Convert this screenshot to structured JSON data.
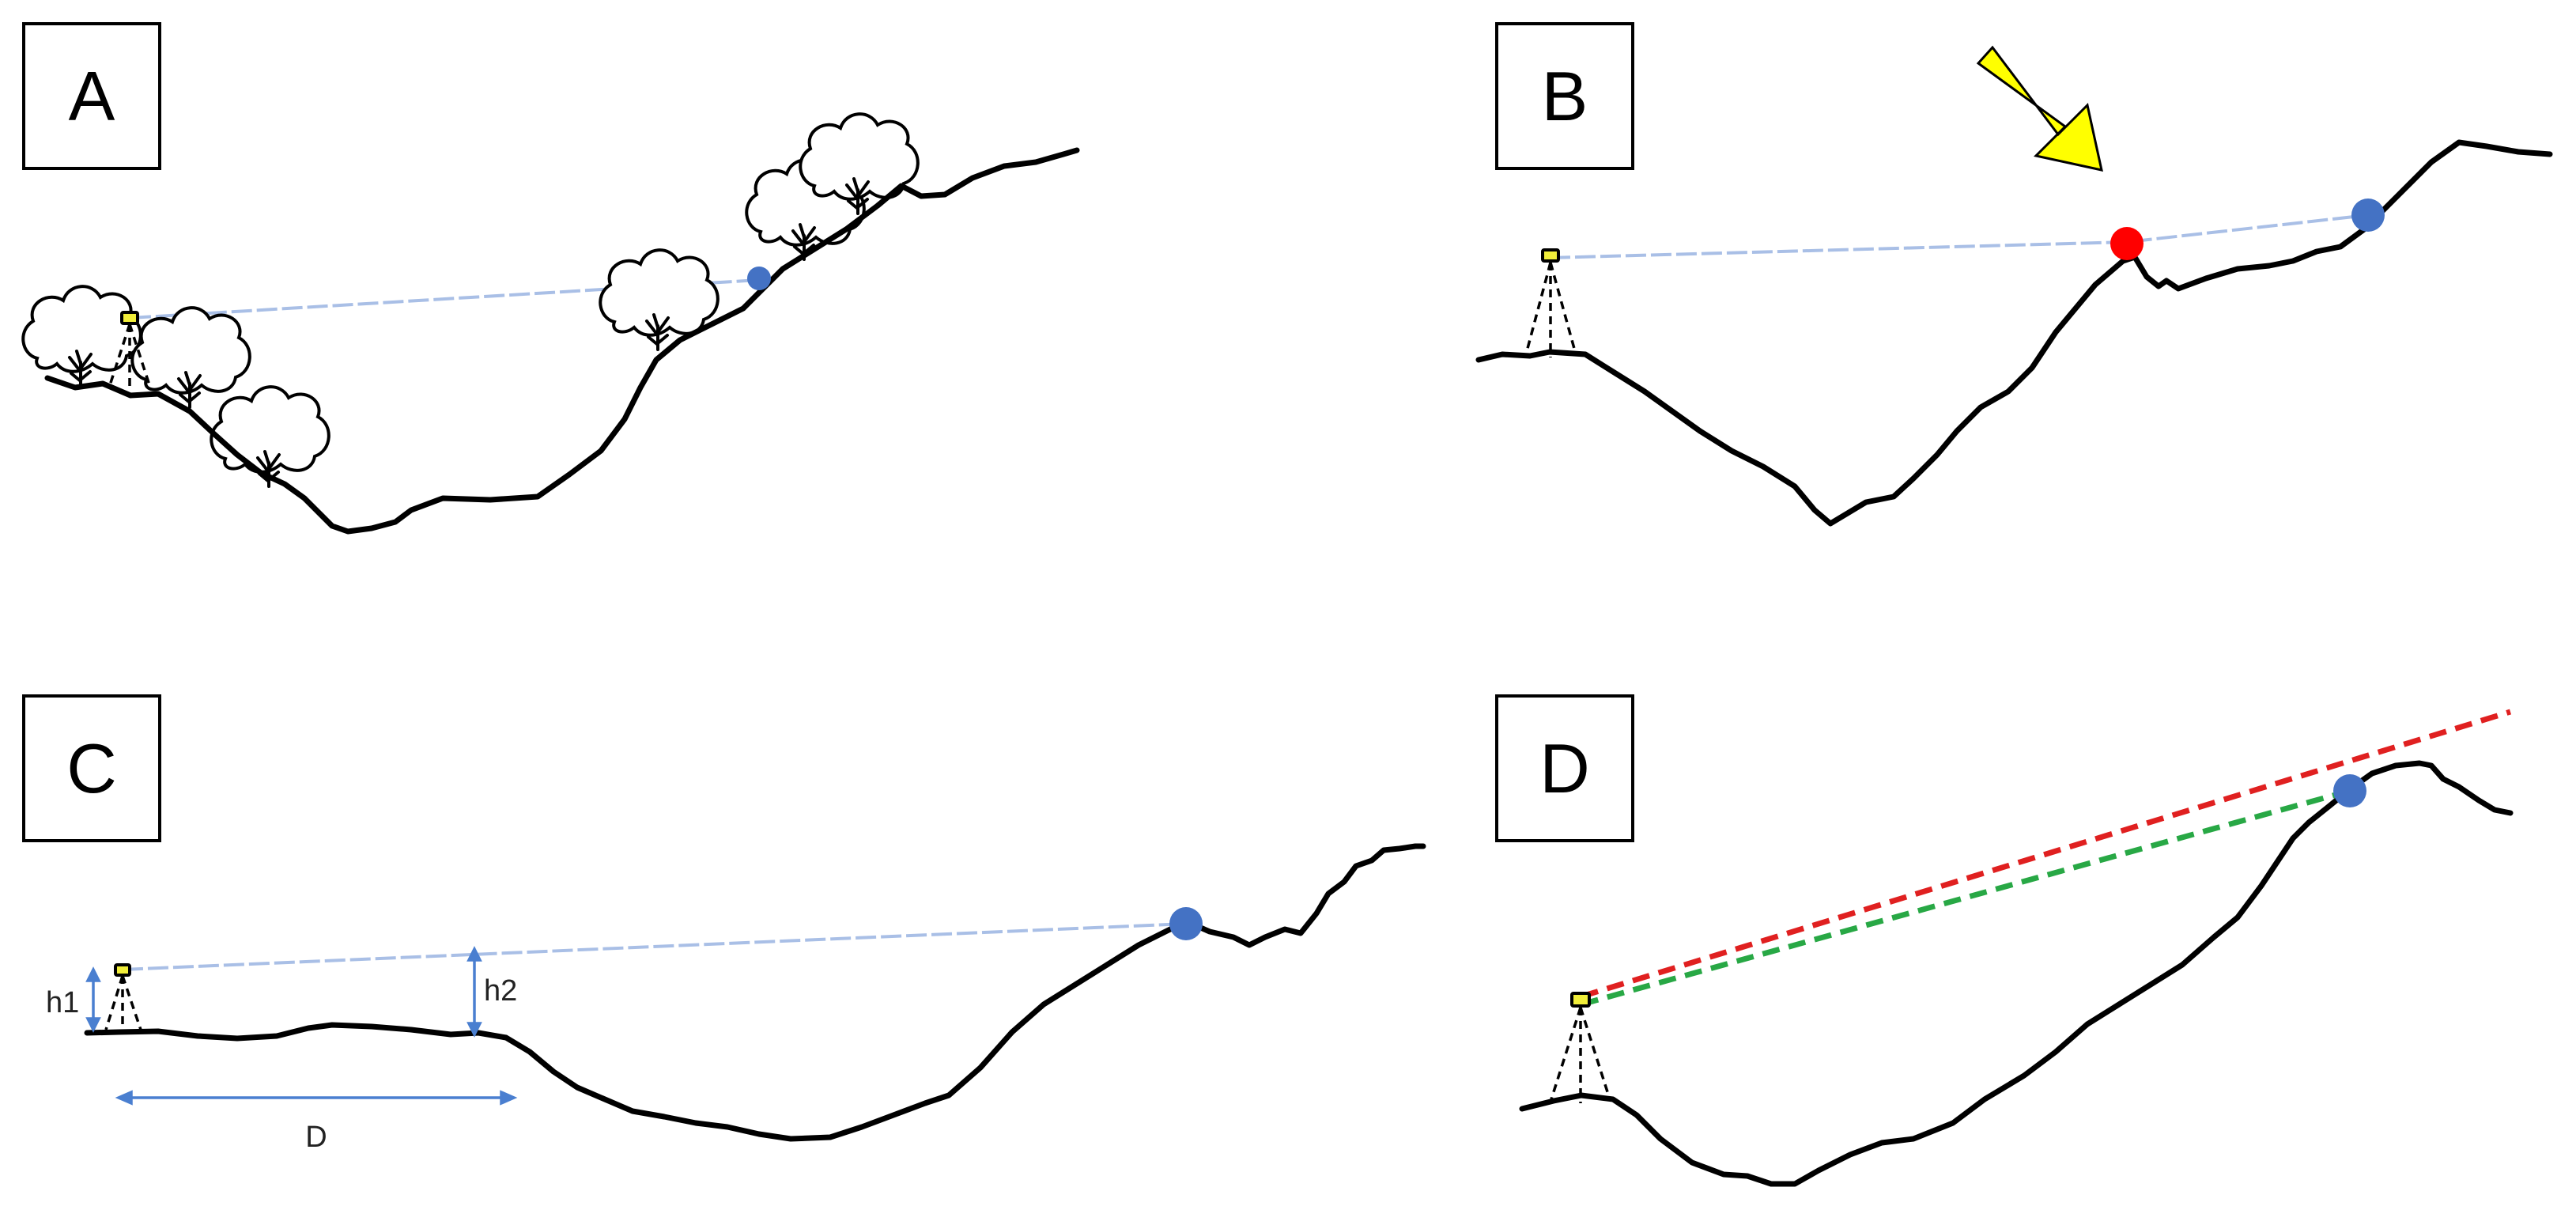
{
  "panels": {
    "a": {
      "label": "A"
    },
    "b": {
      "label": "B"
    },
    "c": {
      "label": "C",
      "h1_label": "h1",
      "h2_label": "h2",
      "d_label": "D"
    },
    "d": {
      "label": "D"
    }
  },
  "colors": {
    "terrain": "#000000",
    "line_of_sight": "#a9bfe6",
    "target_point": "#4472c4",
    "obstruction_point": "#ff0000",
    "arrow": "#ffff00",
    "dimension": "#4a7fd0",
    "refraction_line": "#e02020",
    "corrected_line": "#28a845",
    "instrument": "#f1ee3a"
  },
  "icons": {
    "instrument": "total-station-tripod-icon",
    "tree": "tree-icon",
    "arrow": "down-left-arrow-icon"
  }
}
